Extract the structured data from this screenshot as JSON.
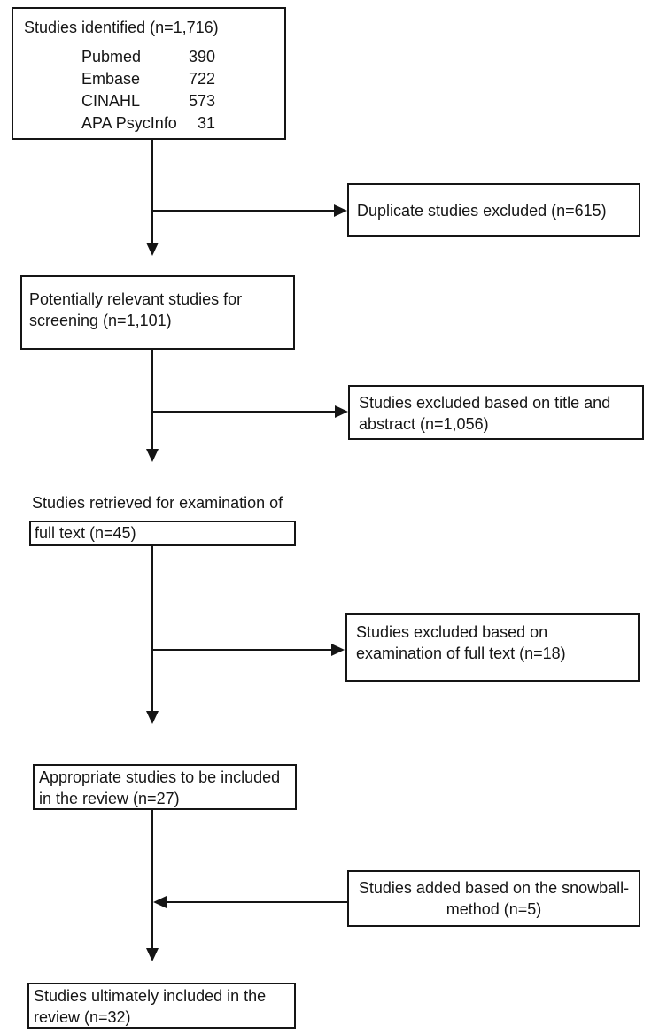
{
  "diagram": {
    "colors": {
      "line": "#151515",
      "background": "#ffffff",
      "text": "#151515"
    },
    "boxes": {
      "identified": {
        "title": "Studies identified (n=1,716)",
        "sources": [
          {
            "name": "Pubmed",
            "count": "390"
          },
          {
            "name": "Embase",
            "count": "722"
          },
          {
            "name": "CINAHL",
            "count": "573"
          },
          {
            "name": "APA PsycInfo",
            "count": "31"
          }
        ]
      },
      "duplicates_excluded": {
        "lines": [
          "Duplicate studies excluded (n=615)"
        ]
      },
      "screening": {
        "lines": [
          "Potentially relevant studies for",
          "screening (n=1,101)"
        ]
      },
      "excluded_title_abstract": {
        "lines": [
          "Studies excluded based on title and",
          "abstract (n=1,056)"
        ]
      },
      "fulltext_retrieved": {
        "overflow_line": "Studies retrieved for examination of",
        "boxed_line": "full text (n=45)"
      },
      "excluded_fulltext": {
        "lines": [
          "Studies excluded based on",
          "examination of full text (n=18)"
        ]
      },
      "appropriate": {
        "lines": [
          "Appropriate studies to be included",
          "in the review (n=27)"
        ]
      },
      "snowball": {
        "lines": [
          "Studies added based on the snowball-",
          "method (n=5)"
        ]
      },
      "final_included": {
        "lines": [
          "Studies ultimately included in the",
          "review (n=32)"
        ]
      }
    }
  }
}
